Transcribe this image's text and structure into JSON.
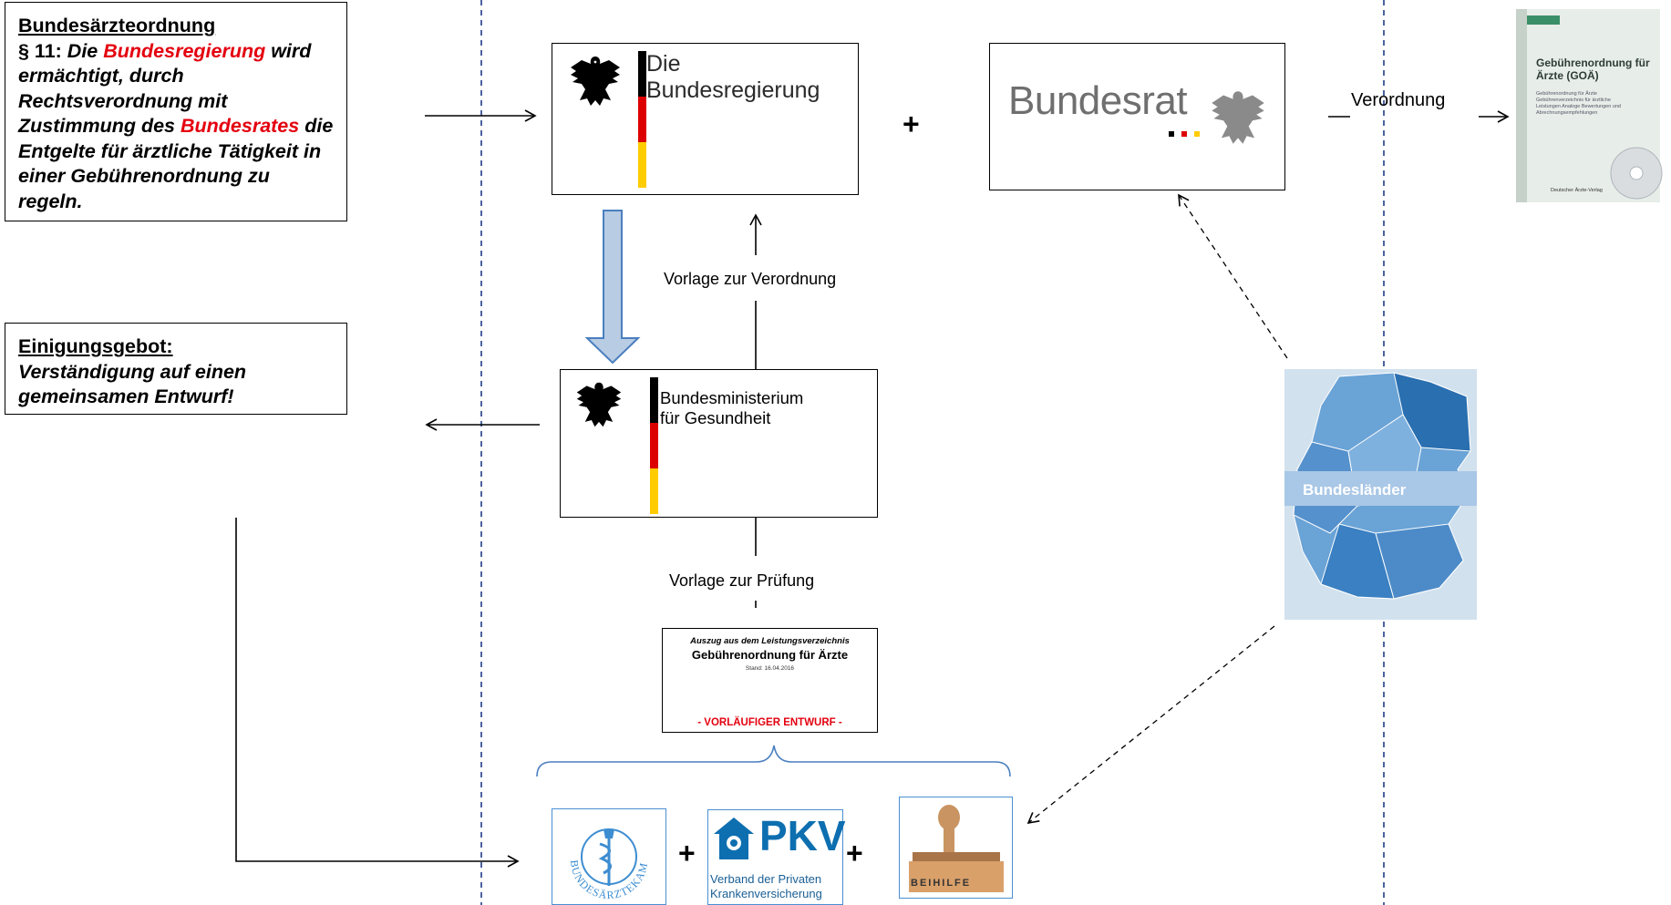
{
  "law_box": {
    "title": "Bundesärzteordnung",
    "para": "§ 11: ",
    "text_1": "Die ",
    "red_1": "Bundesregierung",
    "text_2": " wird ermächtigt, durch Rechtsverordnung mit Zustimmung des ",
    "red_2": "Bundesrates",
    "text_3": " die Entgelte für ärztliche Tätigkeit in einer Gebührenordnung zu regeln."
  },
  "agreement_box": {
    "title": "Einigungsgebot:",
    "text": "Verständigung auf einen gemeinsamen Entwurf!"
  },
  "government": {
    "line1": "Die",
    "line2": "Bundesregierung"
  },
  "bundesrat": {
    "name": "Bundesrat"
  },
  "ministry": {
    "line1": "Bundesministerium",
    "line2": "für Gesundheit"
  },
  "labels": {
    "plus": "+",
    "verordnung": "Verordnung",
    "vorlage_verordnung": "Vorlage zur Verordnung",
    "vorlage_pruefung": "Vorlage zur Prüfung"
  },
  "draft": {
    "line1": "Auszug aus dem Leistungsverzeichnis",
    "line2": "Gebührenordnung für Ärzte",
    "line3": "Stand: 16.04.2016",
    "line4": "- VORLÄUFIGER ENTWURF -"
  },
  "book": {
    "title": "Gebührenordnung für Ärzte (GOÄ)",
    "subtitle": "Gebührenordnung für Ärzte Gebührenverzeichnis für ärztliche Leistungen Analoge Bewertungen und Abrechnungsempfehlungen",
    "publisher": "Deutscher Ärzte-Verlag"
  },
  "map": {
    "label": "Bundesländer"
  },
  "logos": {
    "bak": "BUNDESÄRZTEKAMMER",
    "pkv_short": "PKV",
    "pkv_line1": "Verband der Privaten",
    "pkv_line2": "Krankenversicherung",
    "beihilfe": "BEIHILFE"
  },
  "colors": {
    "accent_red": "#e4000f",
    "dashed_line": "#1f3c88",
    "arrow_fill": "#b8cce4",
    "logo_blue": "#0d6fb0",
    "flag_black": "#000000",
    "flag_red": "#dd0000",
    "flag_gold": "#ffcc00"
  }
}
